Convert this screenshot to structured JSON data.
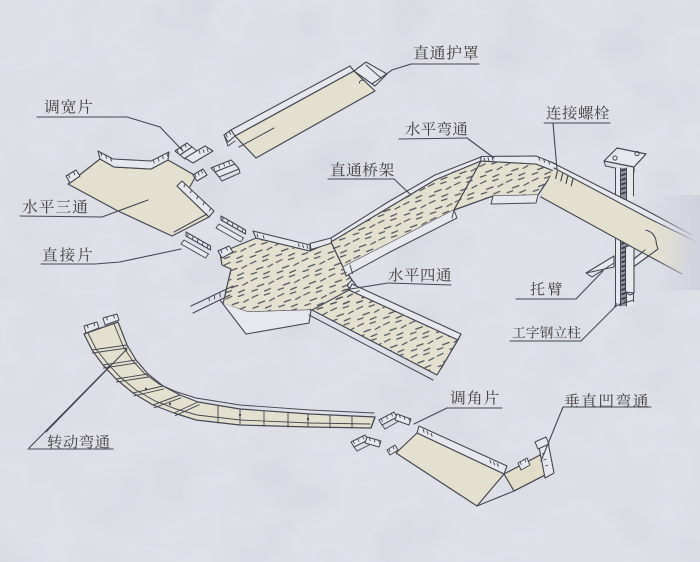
{
  "page": {
    "type": "scanned technical illustration",
    "background_color": "#d5d7e1",
    "line_color": "#43454f",
    "label_color": "#45403f",
    "surface_color": "#eae6d4"
  },
  "diagram": {
    "subject": "cable tray (bridge rack) system assembly, isometric exploded line drawing",
    "labels": [
      {
        "id": "straight-cover",
        "text": "直通护罩"
      },
      {
        "id": "width-adjust-piece",
        "text": "调宽片"
      },
      {
        "id": "horizontal-bend",
        "text": "水平弯通"
      },
      {
        "id": "connecting-bolts",
        "text": "连接螺栓"
      },
      {
        "id": "straight-tray",
        "text": "直通桥架"
      },
      {
        "id": "horizontal-tee",
        "text": "水平三通"
      },
      {
        "id": "direct-connect-piece",
        "text": "直接片"
      },
      {
        "id": "horizontal-cross",
        "text": "水平四通"
      },
      {
        "id": "support-arm",
        "text": "托臂"
      },
      {
        "id": "i-beam-column",
        "text": "工字钢立柱"
      },
      {
        "id": "rotating-bend",
        "text": "转动弯通"
      },
      {
        "id": "angle-adjust-piece",
        "text": "调角片"
      },
      {
        "id": "vertical-concave-bend",
        "text": "垂直凹弯通"
      }
    ]
  }
}
